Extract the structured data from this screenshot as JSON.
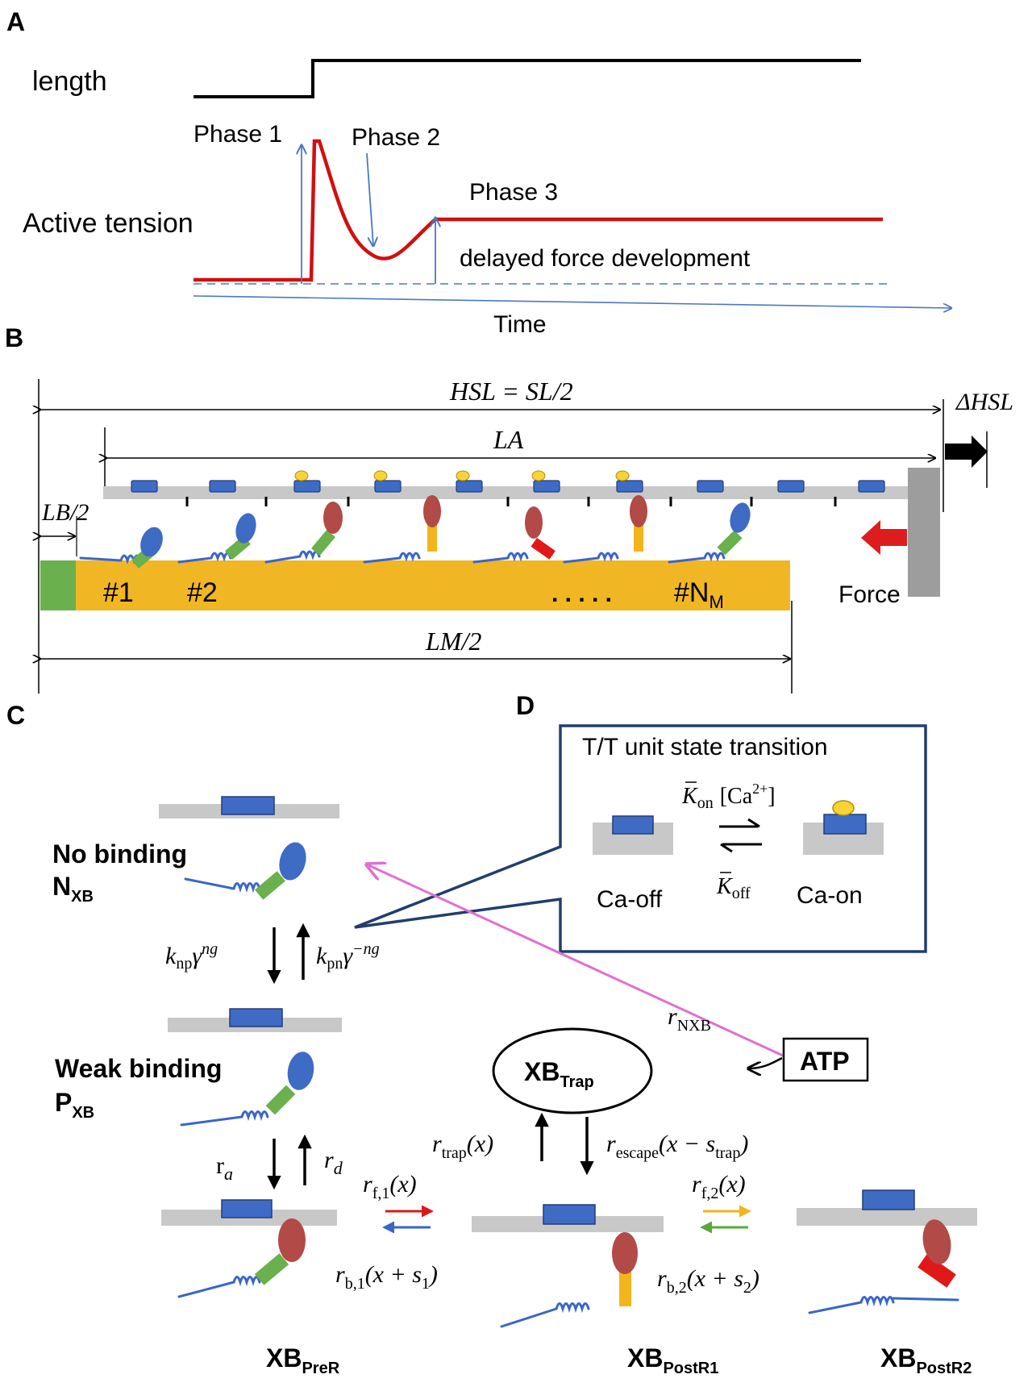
{
  "panel_a": {
    "label": "A",
    "length_label": "length",
    "active_tension_label": "Active tension",
    "phase1": "Phase 1",
    "phase2": "Phase 2",
    "phase3": "Phase 3",
    "delayed": "delayed force development",
    "time_label": "Time",
    "colors": {
      "tension": "#d10f0f",
      "arrow": "#4a78c2",
      "line": "#000000"
    }
  },
  "panel_b": {
    "label": "B",
    "hsl": "HSL = SL/2",
    "delta_hsl": "ΔHSL",
    "la": "LA",
    "lb": "LB/2",
    "lm": "LM/2",
    "force": "Force",
    "xb1": "#1",
    "xb2": "#2",
    "dots": ". . . . .",
    "xbn": "#N",
    "xbn_sub": "M",
    "colors": {
      "thick": "#f0b624",
      "z_disk": "#6ab04c",
      "wall": "#9d9d9d",
      "force_arrow": "#dd1d1d"
    }
  },
  "panel_c": {
    "label": "C",
    "no_binding": "No   binding",
    "nxb": "N",
    "nxb_sub": "XB",
    "k_np": "k",
    "k_np_sub": "np",
    "k_np_rest": "γ",
    "k_np_sup": "ng",
    "k_pn": "k",
    "k_pn_sub": "pn",
    "k_pn_rest": "γ",
    "k_pn_sup": "−ng",
    "weak_binding": "Weak binding",
    "pxb": "P",
    "pxb_sub": "XB",
    "ra": "r",
    "ra_sub": "a",
    "rd": "r",
    "rd_sub": "d",
    "rf1": "r",
    "rf1_sub": "f,1",
    "rf1_arg": "(x)",
    "rb1": "r",
    "rb1_sub": "b,1",
    "rb1_arg": "(x + s",
    "rb1_arg_sub": "1",
    "rb1_close": ")",
    "rtrap": "r",
    "rtrap_sub": "trap",
    "rtrap_arg": "(x)",
    "rescape": "r",
    "rescape_sub": "escape",
    "rescape_arg": "(x − s",
    "rescape_arg_sub": "trap",
    "rescape_close": ")",
    "rf2": "r",
    "rf2_sub": "f,2",
    "rf2_arg": "(x)",
    "rb2": "r",
    "rb2_sub": "b,2",
    "rb2_arg": "(x + s",
    "rb2_arg_sub": "2",
    "rb2_close": ")",
    "rnxb": "r",
    "rnxb_sub": "NXB",
    "xbtrap": "XB",
    "xbtrap_sub": "Trap",
    "atp": "ATP",
    "prer": "XB",
    "prer_sub": "PreR",
    "postr1": "XB",
    "postr1_sub": "PostR1",
    "postr2": "XB",
    "postr2_sub": "PostR2",
    "colors": {
      "magenta": "#e070d0",
      "red": "#d81a1a",
      "blue": "#3a66c8",
      "yellow": "#f3b51b",
      "green": "#5aa83a"
    }
  },
  "panel_d": {
    "label": "D",
    "title": "T/T unit state transition",
    "kon": "K",
    "kon_sub": "on",
    "ca_conc": "[Ca",
    "ca_sup": "2+",
    "ca_close": "]",
    "koff": "K",
    "koff_sub": "off",
    "ca_off": "Ca-off",
    "ca_on": "Ca-on",
    "colors": {
      "box": "#213e6d"
    }
  }
}
